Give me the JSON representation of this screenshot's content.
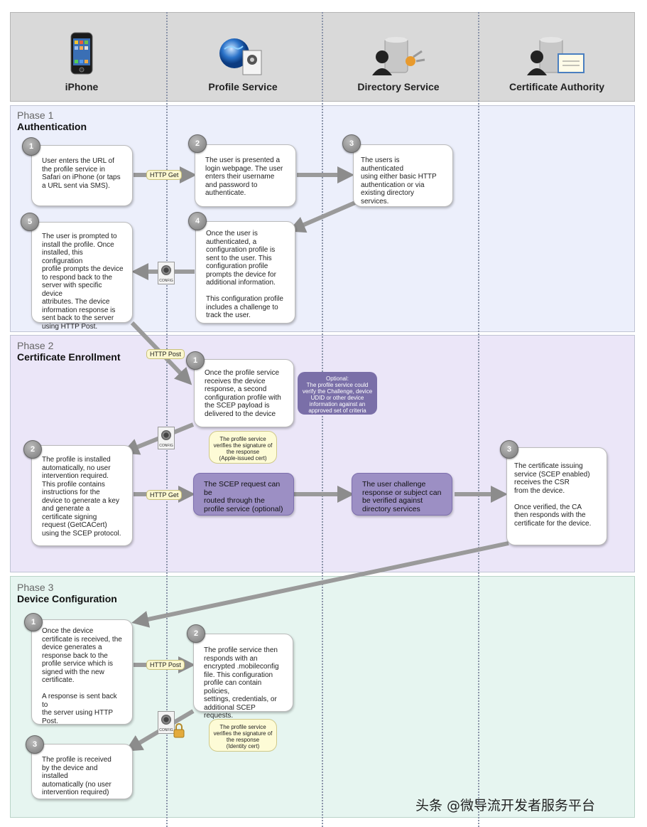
{
  "lanes": [
    "iPhone",
    "Profile Service",
    "Directory Service",
    "Certificate Authority"
  ],
  "icons": {
    "config_label": "CONFIG"
  },
  "phase1": {
    "label": "Phase 1",
    "title": "Authentication",
    "steps": [
      {
        "num": "1",
        "text": "User enters the URL of\nthe profile service in\nSafari on iPhone (or taps\na URL sent via SMS)."
      },
      {
        "num": "2",
        "text": "The user is presented a\nlogin webpage. The user\nenters their username\nand password to\nauthenticate."
      },
      {
        "num": "3",
        "text": "The users is authenticated\nusing either basic HTTP\nauthentication or via\nexisting directory services."
      },
      {
        "num": "4",
        "text": "Once the user is\nauthenticated, a\nconfiguration profile is\nsent to the user. This\nconfiguration profile\nprompts the device for\nadditional information.\n\nThis configuration profile\nincludes a challenge to\ntrack the user."
      },
      {
        "num": "5",
        "text": "The user is prompted to\ninstall the profile. Once\ninstalled, this configuration\nprofile prompts the device\nto respond back to the\nserver with specific device\nattributes. The device\ninformation response is\nsent back to the server\nusing HTTP Post."
      }
    ],
    "http_get": "HTTP Get"
  },
  "phase2": {
    "label": "Phase 2",
    "title": "Certificate Enrollment",
    "http_post": "HTTP Post",
    "http_get": "HTTP Get",
    "steps": [
      {
        "num": "1",
        "text": "Once the profile service\nreceives the device\nresponse, a second\nconfiguration profile with\nthe SCEP payload is\ndelivered to the device"
      },
      {
        "num": "2",
        "text": "The profile is installed\nautomatically, no user\nintervention required.\nThis profile contains\ninstructions for the\ndevice to generate a key\nand generate a\ncertificate signing\nrequest (GetCACert)\nusing the SCEP protocol."
      },
      {
        "num": "3",
        "text": "The certificate issuing\nservice (SCEP enabled)\nreceives the CSR\nfrom the device.\n\nOnce verified, the CA\nthen responds with the\ncertificate for the device."
      }
    ],
    "optional_note": "Optional:\nThe profile service could\nverify the Challenge, device\nUDID or other device\ninformation against an\napproved set of criteria",
    "verify_note": "The profile service\nverifies the signature of\nthe response\n(Apple-issued cert)",
    "scep_route": "The SCEP request can be\nrouted through the\nprofile service (optional)",
    "challenge_verify": "The user challenge\nresponse or subject can\nbe verified against\ndirectory services"
  },
  "phase3": {
    "label": "Phase 3",
    "title": "Device Configuration",
    "http_post": "HTTP Post",
    "steps": [
      {
        "num": "1",
        "text": "Once the device\ncertificate is received, the\ndevice generates a\nresponse back to the\nprofile service which is\nsigned with the new\ncertificate.\n\nA response is sent back to\nthe server using HTTP\nPost."
      },
      {
        "num": "2",
        "text": "The profile service then\nresponds with an\nencrypted .mobileconfig\nfile. This configuration\nprofile can contain policies,\nsettings, credentials, or\nadditional SCEP requests."
      },
      {
        "num": "3",
        "text": "The profile is received\nby the device and installed\nautomatically (no user\nintervention required)"
      }
    ],
    "verify_note": "The profile service\nverifies the signature of\nthe response\n(Identity cert)"
  },
  "watermark": "头条 @微导流开发者服务平台"
}
